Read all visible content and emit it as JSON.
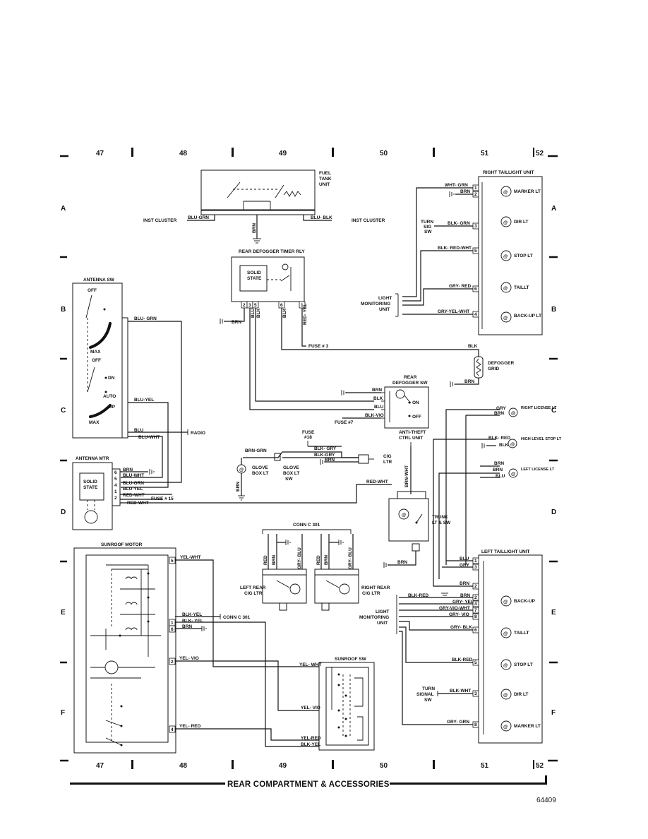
{
  "grid": {
    "columns": [
      "47",
      "48",
      "49",
      "50",
      "51",
      "52"
    ],
    "rows": [
      "A",
      "B",
      "C",
      "D",
      "E",
      "F"
    ]
  },
  "footer": {
    "title": "REAR COMPARTMENT & ACCESSORIES",
    "figure_number": "64409"
  },
  "components": {
    "fuel_tank": {
      "title": [
        "FUEL",
        "TANK",
        "UNIT"
      ],
      "wire_left": "BLU-GRN",
      "wire_right": "BLU- BLK",
      "wire_ground": "BRN",
      "dest_left": "INST CLUSTER",
      "dest_right": "INST CLUSTER"
    },
    "right_taillight": {
      "title": "RIGHT TAILLIGHT UNIT",
      "lamps": [
        "MARKER LT",
        "DIR LT",
        "STOP LT",
        "TAILLT",
        "BACK-UP LT"
      ],
      "wires": [
        "WHT- GRN",
        "BRN",
        "BLK- GRN",
        "BLK- RED-WHT",
        "GRY- RED",
        "GRY-YEL-WHT"
      ],
      "pins": [
        "1",
        "2",
        "3",
        "5",
        "6",
        "4"
      ],
      "turn_sw": [
        "TURN",
        "SIG",
        "SW"
      ],
      "monitor": [
        "LIGHT",
        "MONITORING",
        "UNIT"
      ]
    },
    "defogger_relay": {
      "title": "REAR DEFOGGER TIMER RLY",
      "inner": [
        "SOLID",
        "STATE"
      ],
      "pins": [
        "2",
        "3",
        "5",
        "6",
        "1"
      ],
      "wires": [
        "BRN",
        "BLU",
        "BLK",
        "BLK",
        "RED- YEL"
      ],
      "fuse": "FUSE # 3"
    },
    "defogger_grid": {
      "title": [
        "DEFOGGER",
        "GRID"
      ],
      "wires": [
        "BLK",
        "BRN"
      ]
    },
    "defogger_sw": {
      "title": [
        "REAR",
        "DEFOGGER SW"
      ],
      "wires": [
        "BRN",
        "BLK",
        "BLU",
        "BLK-VIO"
      ],
      "states": [
        "ON",
        "OFF"
      ],
      "fuse": "FUSE #7"
    },
    "antenna_sw": {
      "title": "ANTENNA SW",
      "positions": [
        "OFF",
        "MAX",
        "OFF",
        "DN",
        "AUTO",
        "UP",
        "MAX"
      ],
      "wires": [
        "BLU- GRN",
        "BLU-YEL",
        "BLU",
        "BLU-WHT"
      ],
      "radio": "RADIO"
    },
    "antenna_mtr": {
      "title": "ANTENNA MTR",
      "inner": [
        "SOLID",
        "STATE"
      ],
      "pins": [
        "6",
        "5",
        "4",
        "1",
        "2"
      ],
      "wires": [
        "BRN",
        "BLU-WHT",
        "BLU-GRN",
        "BLU-YEL",
        "RED-WHT",
        "RED-WHT"
      ],
      "fuse": "FUSE # 15"
    },
    "glove_box": {
      "title": [
        "GLOVE",
        "BOX LT",
        "SW"
      ],
      "lamp": [
        "GLOVE",
        "BOX LT"
      ],
      "wires": [
        "BRN-GRN",
        "BLK- GRY",
        "BLK-GRY",
        "BRN",
        "BRN"
      ],
      "fuse": [
        "FUSE",
        "#18"
      ],
      "cig": [
        "CIG",
        "LTR"
      ]
    },
    "anti_theft": {
      "title": [
        "ANTI-THEFT",
        "CTRL UNIT"
      ],
      "wires": [
        "RED-WHT",
        "BRN-WHT",
        "BRN"
      ],
      "trunk": [
        "TRUNK",
        "LT & SW"
      ]
    },
    "right_license": {
      "wires": [
        "GRY",
        "BRN"
      ],
      "lamps": [
        "RIGHT LICENSE LT",
        "HIGH LEVEL STOP LT",
        "LEFT LICENSE LT"
      ],
      "wires2": [
        "BLK- RED",
        "BLK",
        "BRN",
        "BRN",
        "BLU"
      ]
    },
    "left_taillight": {
      "title": "LEFT TAILLIGHT UNIT",
      "lamps": [
        "BACK-UP",
        "TAILLT",
        "STOP LT",
        "DIR LT",
        "MARKER LT"
      ],
      "wires": [
        "BLU",
        "GRY",
        "BRN",
        "BLK-RED",
        "BRN",
        "GRY- YEL",
        "GRY-VIO-WHT",
        "GRY- VIO",
        "GRY- BLK",
        "BLK-RED",
        "BLK-WHT",
        "GRY- GRN"
      ],
      "pins": [
        "1",
        "3",
        "2",
        "2",
        "4",
        "7",
        "8",
        "6",
        "5",
        "3",
        "8"
      ],
      "turn_sw": [
        "TURN",
        "SIGNAL",
        "SW"
      ],
      "monitor": [
        "LIGHT",
        "MONITORING",
        "UNIT"
      ]
    },
    "conn_c301": {
      "title": "CONN C 301",
      "wires": [
        "RED",
        "BRN",
        "GRY- BLU",
        "RED",
        "BRN",
        "GRY- BLU"
      ],
      "left": [
        "LEFT REAR",
        "CIG LTR"
      ],
      "right": [
        "RIGHT REAR",
        "CIG LTR"
      ],
      "conn_label": "CONN C 301"
    },
    "sunroof_motor": {
      "title": "SUNROOF MOTOR",
      "pins": [
        "5",
        "1",
        "6",
        "2",
        "4"
      ],
      "wires": [
        "YEL-WHT",
        "BLK-YEL",
        "BLK- YEL",
        "BRN",
        "YEL- VIO",
        "YEL- RED"
      ]
    },
    "sunroof_sw": {
      "title": "SUNROOF SW",
      "wires": [
        "YEL- WHT",
        "YEL- VIO",
        "YEL-RED",
        "BLK-YEL"
      ]
    }
  }
}
